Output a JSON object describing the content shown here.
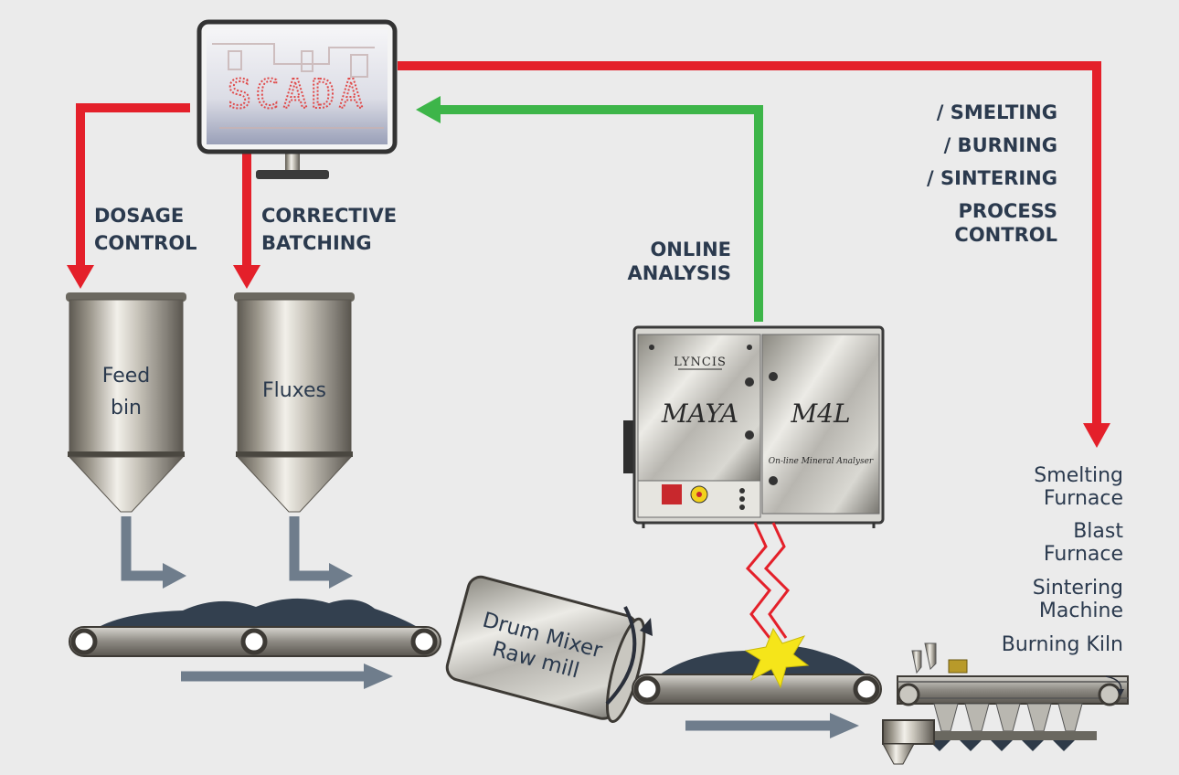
{
  "scada": {
    "label": "SCADA"
  },
  "labels": {
    "dosage_1": "DOSAGE",
    "dosage_2": "CONTROL",
    "corrective_1": "CORRECTIVE",
    "corrective_2": "BATCHING",
    "online_1": "ONLINE",
    "online_2": "ANALYSIS",
    "process_1": "/ SMELTING",
    "process_2": "/ BURNING",
    "process_3": "/ SINTERING",
    "process_4": "PROCESS",
    "process_5": "CONTROL"
  },
  "bins": {
    "feed_1": "Feed",
    "feed_2": "bin",
    "fluxes": "Fluxes"
  },
  "mixer": {
    "line_1": "Drum Mixer",
    "line_2": "Raw mill"
  },
  "analyser": {
    "brand": "LYNCIS",
    "model_left": "MAYA",
    "model_right": "M4L",
    "subtitle": "On-line Mineral Analyser"
  },
  "processes": {
    "smelting_1": "Smelting",
    "smelting_2": "Furnace",
    "blast_1": "Blast",
    "blast_2": "Furnace",
    "sintering_1": "Sintering",
    "sintering_2": "Machine",
    "kiln": "Burning Kiln"
  },
  "colors": {
    "control_arrow": "#e4202a",
    "analysis_arrow": "#3db549",
    "material_arrow": "#6f7d8c",
    "label_text": "#2b3a4e"
  }
}
